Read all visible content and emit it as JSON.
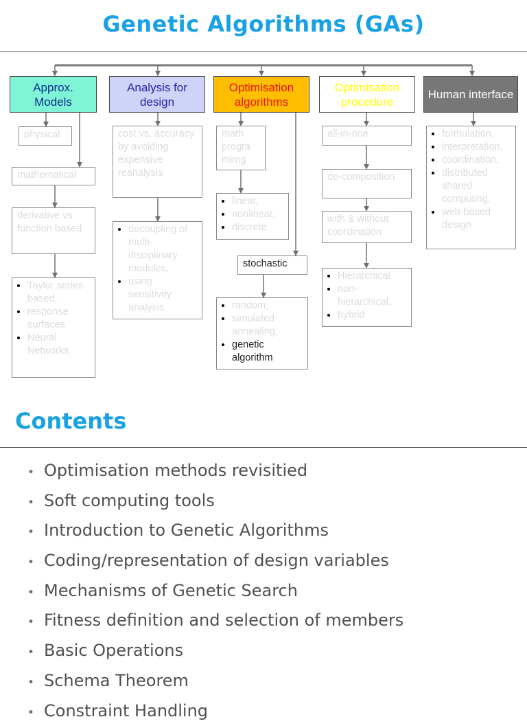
{
  "slide1": {
    "title": "Genetic Algorithms (GAs)",
    "headers": {
      "approx": "Approx. Models",
      "analysis": "Analysis for design",
      "opt_alg": "Optimisation algorithms",
      "opt_proc": "Optimisation procedure",
      "human": "Human interface"
    },
    "colors": {
      "approx_fill": "#7ff5d6",
      "approx_text": "#0b2b8c",
      "analysis_fill": "#cfd3f7",
      "analysis_text": "#2424a6",
      "opt_alg_fill": "#ffbf00",
      "opt_alg_text": "#e8130f",
      "opt_proc_fill": "#ffffff",
      "opt_proc_text": "#ffff00",
      "human_fill": "#777777",
      "human_text": "#ffffff"
    },
    "approx": {
      "physical": "physical",
      "mathematical": "mathematical",
      "derivative": "derivative vs function based",
      "list": [
        "Taylor series based,",
        "response surfaces",
        "Neural Networks"
      ]
    },
    "analysis": {
      "cost": "cost vs. accuracy by avoiding expensive reanalysis",
      "list": [
        "decoupling of multi-disciplinary modules,",
        "using sensitivity analysis"
      ]
    },
    "opt_alg": {
      "math": "math progra mimg",
      "list": [
        "linear,",
        "nonlinear,",
        "discrete"
      ],
      "stochastic": "stochastic",
      "stoch_list": [
        "random,",
        "simulated annealing,"
      ],
      "stoch_dark": "genetic algorithm"
    },
    "opt_proc": {
      "all": "all-in-one",
      "decomp": "de-composition",
      "with": "with & without coordination",
      "list": [
        "Hierarchical",
        "non-hierarchical,",
        "hybrid"
      ]
    },
    "human": {
      "list": [
        "formulation,",
        "interpretation,",
        "coordination,",
        "distributed shared computing,",
        "web-based design"
      ]
    }
  },
  "slide2": {
    "title": "Contents",
    "items": [
      "Optimisation methods revisitied",
      "Soft computing tools",
      "Introduction to Genetic Algorithms",
      "Coding/representation of design variables",
      "Mechanisms of Genetic Search",
      "Fitness definition and selection of members",
      "Basic Operations",
      "Schema Theorem",
      "Constraint Handling"
    ]
  }
}
